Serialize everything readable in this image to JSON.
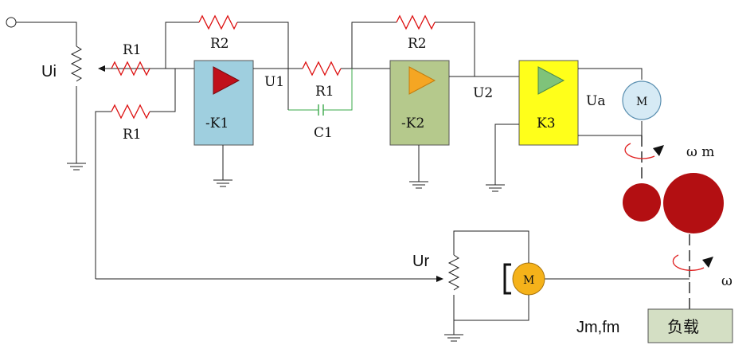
{
  "labels": {
    "ui": "Ui",
    "r1_top": "R1",
    "r1_bottom": "R1",
    "r2_first": "R2",
    "u1": "U1",
    "r1_second": "R1",
    "c1": "C1",
    "r2_second": "R2",
    "u2": "U2",
    "ua": "Ua",
    "k1": "-K1",
    "k2": "-K2",
    "k3": "K3",
    "motor_m": "M",
    "tach_m": "M",
    "omega_m": "ω m",
    "omega": "ω",
    "ur": "Ur",
    "jm_fm": "Jm,fm",
    "load": "负载"
  },
  "colors": {
    "k1_block": "#9fcfdf",
    "k1_triangle": "#c0101a",
    "k2_block": "#b5c98c",
    "k2_triangle": "#f5a623",
    "k3_block": "#ffff1a",
    "k3_triangle": "#7fc37a",
    "motor": "#d6eaf5",
    "tach": "#f5b21a",
    "gear": "#b30f12",
    "load_box": "#d4dfc4",
    "resistor": "#d11111",
    "capacitor": "#3aa84a",
    "rotation_arrow": "#e02020"
  }
}
